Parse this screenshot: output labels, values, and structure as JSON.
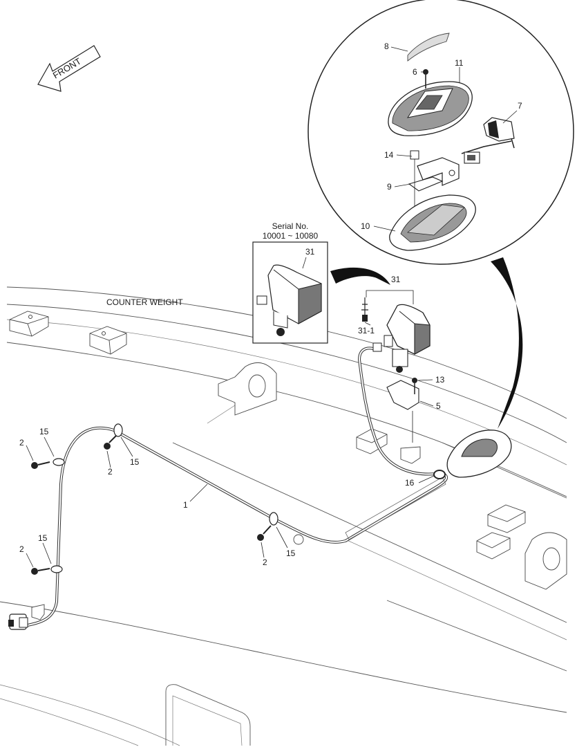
{
  "labels": {
    "front": "FRONT",
    "counter_weight": "COUNTER WEIGHT",
    "serial_title": "Serial No.",
    "serial_range": "10001 ~ 10080"
  },
  "callouts": {
    "c1": "1",
    "c2a": "2",
    "c2b": "2",
    "c2c": "2",
    "c2d": "2",
    "c5": "5",
    "c6": "6",
    "c7": "7",
    "c8": "8",
    "c9": "9",
    "c10": "10",
    "c11": "11",
    "c13": "13",
    "c14": "14",
    "c15a": "15",
    "c15b": "15",
    "c15c": "15",
    "c15d": "15",
    "c16": "16",
    "c31a": "31",
    "c31b": "31",
    "c31_1": "31-1"
  }
}
